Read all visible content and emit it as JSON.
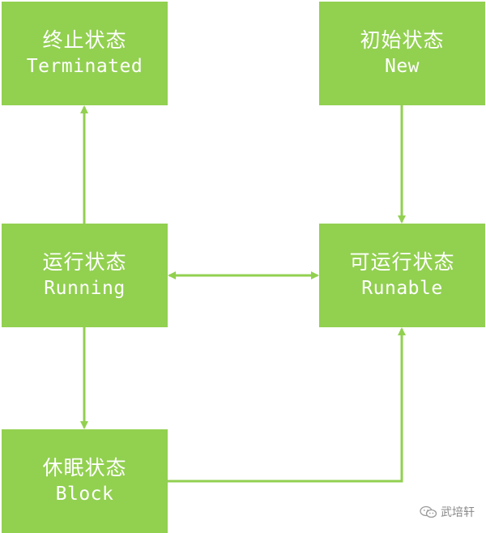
{
  "colors": {
    "node_fill": "#92d050",
    "edge_stroke": "#92d050",
    "text": "#ffffff",
    "watermark": "#8a8a8a"
  },
  "states": {
    "terminated": {
      "zh": "终止状态",
      "en": "Terminated"
    },
    "new": {
      "zh": "初始状态",
      "en": "New"
    },
    "running": {
      "zh": "运行状态",
      "en": "Running"
    },
    "runable": {
      "zh": "可运行状态",
      "en": "Runable"
    },
    "block": {
      "zh": "休眠状态",
      "en": "Block"
    }
  },
  "watermark": {
    "icon": "wechat-icon",
    "text": "武培轩"
  }
}
